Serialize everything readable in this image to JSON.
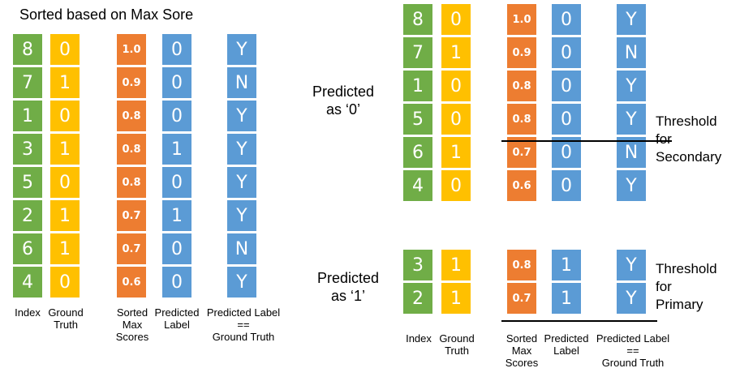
{
  "left": {
    "title": "Sorted based on Max Sore",
    "columns": {
      "index": [
        "8",
        "7",
        "1",
        "3",
        "5",
        "2",
        "6",
        "4"
      ],
      "ground_truth": [
        "0",
        "1",
        "0",
        "1",
        "0",
        "1",
        "1",
        "0"
      ],
      "sorted_max_scores": [
        "1.0",
        "0.9",
        "0.8",
        "0.8",
        "0.8",
        "0.7",
        "0.7",
        "0.6"
      ],
      "predicted_label": [
        "0",
        "0",
        "0",
        "1",
        "0",
        "1",
        "0",
        "0"
      ],
      "match": [
        "Y",
        "N",
        "Y",
        "Y",
        "Y",
        "Y",
        "N",
        "Y"
      ]
    },
    "headers": {
      "index": "Index",
      "ground_truth": "Ground\nTruth",
      "sorted_max_scores": "Sorted\nMax\nScores",
      "predicted_label": "Predicted\nLabel",
      "match": "Predicted Label\n==\nGround Truth"
    }
  },
  "right_top": {
    "label": "Predicted\nas ‘0’",
    "threshold_label": "Threshold\nfor\nSecondary",
    "columns": {
      "index": [
        "8",
        "7",
        "1",
        "5",
        "6",
        "4"
      ],
      "ground_truth": [
        "0",
        "1",
        "0",
        "0",
        "1",
        "0"
      ],
      "sorted_max_scores": [
        "1.0",
        "0.9",
        "0.8",
        "0.8",
        "0.7",
        "0.6"
      ],
      "predicted_label": [
        "0",
        "0",
        "0",
        "0",
        "0",
        "0"
      ],
      "match": [
        "Y",
        "N",
        "Y",
        "Y",
        "N",
        "Y"
      ]
    }
  },
  "right_bottom": {
    "label": "Predicted\nas ‘1’",
    "threshold_label": "Threshold\nfor\nPrimary",
    "columns": {
      "index": [
        "3",
        "2"
      ],
      "ground_truth": [
        "1",
        "1"
      ],
      "sorted_max_scores": [
        "0.8",
        "0.7"
      ],
      "predicted_label": [
        "1",
        "1"
      ],
      "match": [
        "Y",
        "Y"
      ]
    },
    "headers": {
      "index": "Index",
      "ground_truth": "Ground\nTruth",
      "sorted_max_scores": "Sorted\nMax\nScores",
      "predicted_label": "Predicted\nLabel",
      "match": "Predicted Label\n==\nGround Truth"
    }
  },
  "colors": {
    "index": "#70AD47",
    "ground_truth": "#FFC000",
    "sorted_max_scores": "#ED7D31",
    "predicted_label": "#5B9BD5",
    "match": "#5B9BD5"
  }
}
